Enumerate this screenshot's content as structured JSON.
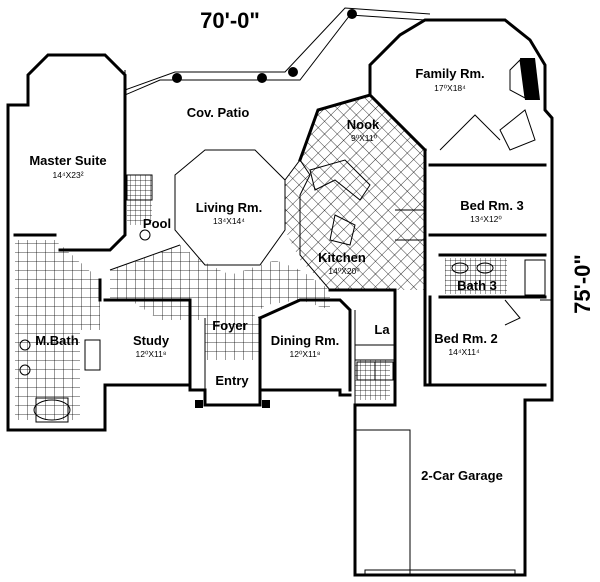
{
  "dimensions": {
    "width": "70'-0\"",
    "depth": "75'-0\""
  },
  "rooms": {
    "family": {
      "name": "Family Rm.",
      "size": "17⁰X18⁴"
    },
    "patio": {
      "name": "Cov. Patio",
      "size": ""
    },
    "nook": {
      "name": "Nook",
      "size": "9⁰X11⁰"
    },
    "master": {
      "name": "Master Suite",
      "size": "14⁴X23²"
    },
    "living": {
      "name": "Living Rm.",
      "size": "13⁴X14⁴"
    },
    "bed3": {
      "name": "Bed Rm. 3",
      "size": "13⁴X12⁰"
    },
    "kitchen": {
      "name": "Kitchen",
      "size": "14⁰X20⁰"
    },
    "pool": {
      "name": "Pool",
      "size": ""
    },
    "bath3": {
      "name": "Bath 3",
      "size": ""
    },
    "mbath": {
      "name": "M.Bath",
      "size": ""
    },
    "study": {
      "name": "Study",
      "size": "12⁰X11⁸"
    },
    "foyer": {
      "name": "Foyer",
      "size": ""
    },
    "dining": {
      "name": "Dining Rm.",
      "size": "12⁰X11⁸"
    },
    "laundry": {
      "name": "La",
      "size": ""
    },
    "bed2": {
      "name": "Bed Rm. 2",
      "size": "14⁴X11⁴"
    },
    "entry": {
      "name": "Entry",
      "size": ""
    },
    "garage": {
      "name": "2-Car Garage",
      "size": ""
    }
  }
}
